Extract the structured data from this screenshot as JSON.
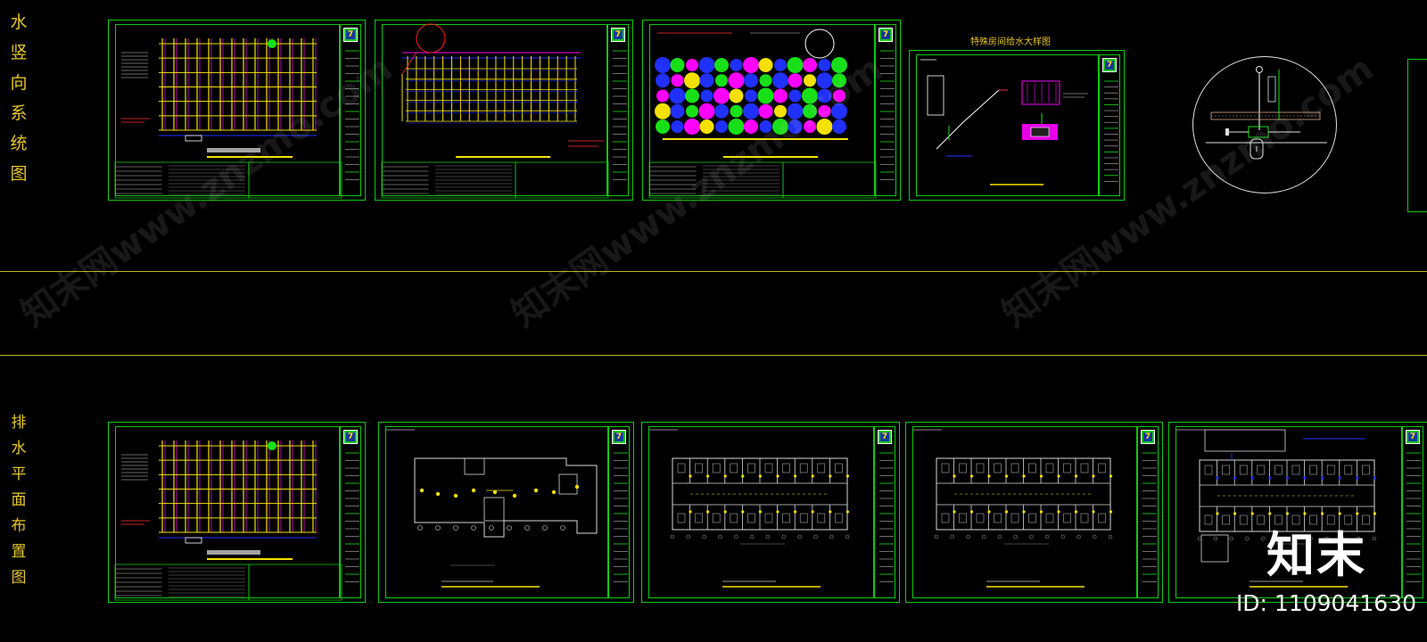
{
  "section_titles": {
    "top": [
      "水",
      "竖",
      "向",
      "系",
      "统",
      "图"
    ],
    "bottom": [
      "排",
      "水",
      "平",
      "面",
      "布",
      "置",
      "图"
    ]
  },
  "special_drawing_title": "特殊房间给水大样图",
  "brand_text": "知末",
  "id_text": "ID: 1109041630",
  "watermark_text": "知末网www.znzmo.com",
  "logo_glyph": "7",
  "colors": {
    "background": "#000000",
    "frame": "#11c811",
    "title_yellow": "#e6c62a",
    "separator": "#b8b81a",
    "pipe_yellow": "#f5e100",
    "pipe_magenta": "#ff00ff",
    "pipe_blue": "#2030ff",
    "pipe_green": "#18e018",
    "wall": "#d8d8d8"
  },
  "sheets_top": [
    {
      "name": "sheet-top-1",
      "kind": "riser-yellow"
    },
    {
      "name": "sheet-top-2",
      "kind": "riser-lines"
    },
    {
      "name": "sheet-top-3",
      "kind": "riser-dots"
    },
    {
      "name": "sheet-top-4",
      "kind": "detail"
    }
  ],
  "sheets_bottom": [
    {
      "name": "sheet-bottom-1",
      "kind": "riser-yellow"
    },
    {
      "name": "sheet-bottom-2",
      "kind": "plan-simple"
    },
    {
      "name": "sheet-bottom-3",
      "kind": "plan-rooms"
    },
    {
      "name": "sheet-bottom-4",
      "kind": "plan-rooms"
    },
    {
      "name": "sheet-bottom-5",
      "kind": "plan-rooms-top"
    }
  ]
}
